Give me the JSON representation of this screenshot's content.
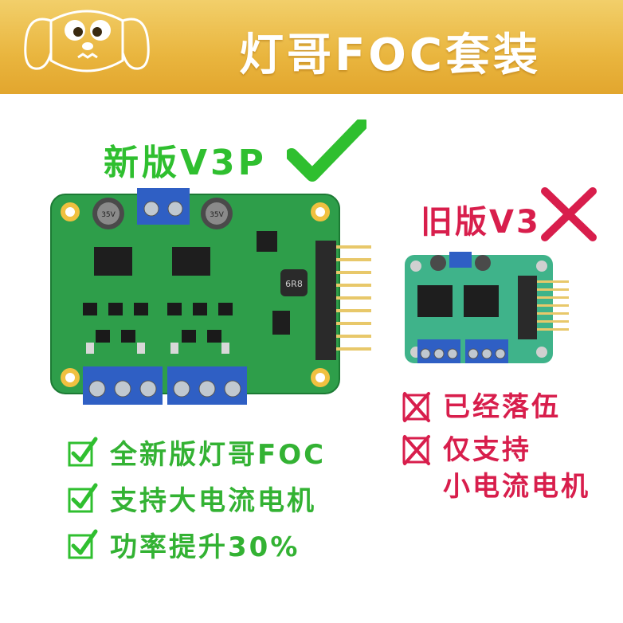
{
  "header": {
    "title": "灯哥FOC套装",
    "bg_color": "#e9b53e"
  },
  "new_version": {
    "label": "新版V3P",
    "color": "#2fbf2f",
    "mark": "check-icon"
  },
  "old_version": {
    "label": "旧版V3",
    "color": "#d81e4c",
    "mark": "cross-icon"
  },
  "features": [
    {
      "text": "全新版灯哥FOC"
    },
    {
      "text": "支持大电流电机"
    },
    {
      "text": "功率提升30%"
    }
  ],
  "drawbacks": [
    {
      "lines": [
        "已经落伍"
      ]
    },
    {
      "lines": [
        "仅支持",
        "小电流电机"
      ]
    }
  ],
  "board_new": {
    "inductor_label": "6R8",
    "cap_left_label": "35V",
    "cap_right_label": "35V"
  }
}
